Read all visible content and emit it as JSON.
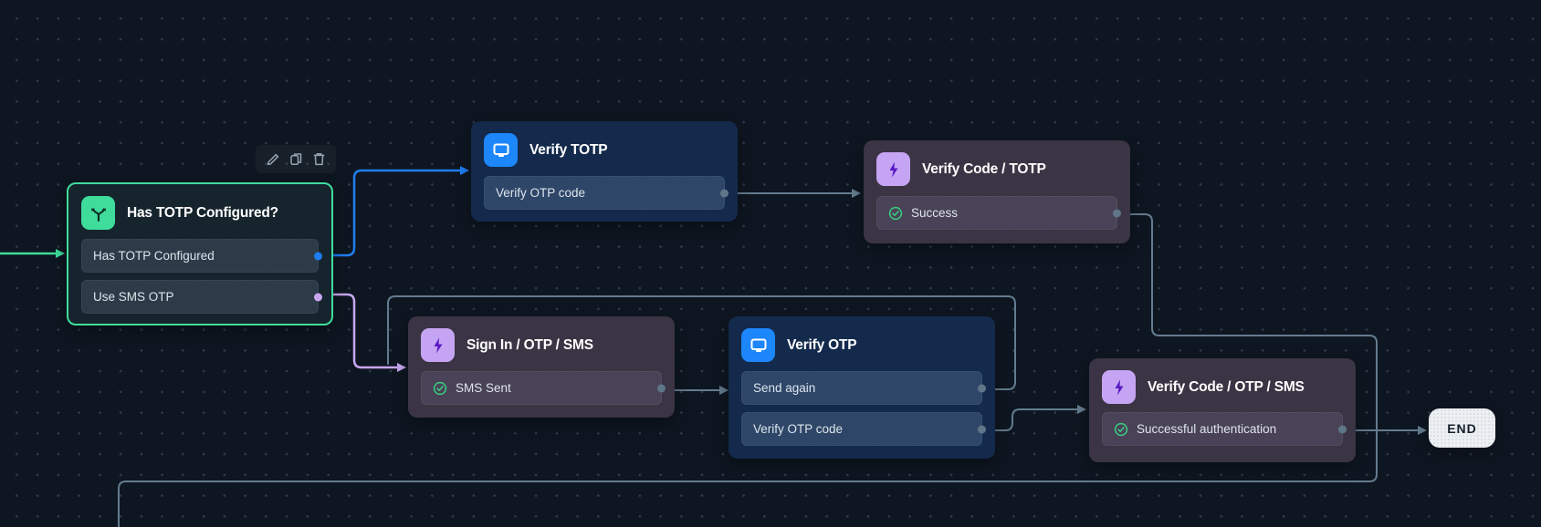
{
  "app": {
    "view": "authentication-flow-canvas"
  },
  "toolbar": {
    "buttons": [
      {
        "name": "edit",
        "icon": "pencil-icon"
      },
      {
        "name": "duplicate",
        "icon": "copy-icon"
      },
      {
        "name": "delete",
        "icon": "trash-icon"
      }
    ]
  },
  "nodes": {
    "has_totp": {
      "title": "Has TOTP Configured?",
      "kind": "condition",
      "selected": true,
      "outputs": [
        {
          "label": "Has TOTP Configured"
        },
        {
          "label": "Use SMS OTP"
        }
      ]
    },
    "verify_totp": {
      "title": "Verify TOTP",
      "kind": "screen",
      "outputs": [
        {
          "label": "Verify OTP code"
        }
      ]
    },
    "verify_code_totp": {
      "title": "Verify Code / TOTP",
      "kind": "action",
      "outputs": [
        {
          "label": "Success",
          "status": "success"
        }
      ]
    },
    "sign_in_otp_sms": {
      "title": "Sign In / OTP / SMS",
      "kind": "action",
      "outputs": [
        {
          "label": "SMS Sent",
          "status": "success"
        }
      ]
    },
    "verify_otp": {
      "title": "Verify OTP",
      "kind": "screen",
      "outputs": [
        {
          "label": "Send again"
        },
        {
          "label": "Verify OTP code"
        }
      ]
    },
    "verify_code_otp_sms": {
      "title": "Verify Code / OTP / SMS",
      "kind": "action",
      "outputs": [
        {
          "label": "Successful authentication",
          "status": "success"
        }
      ]
    },
    "end": {
      "label": "END"
    }
  },
  "colors": {
    "canvas_bg": "#0e1621",
    "selection_green": "#3fdc9b",
    "edge_blue": "#1e7ef0",
    "edge_purple": "#c8a7f0",
    "edge_slate": "#647c8f",
    "screen_node": "#132a4c",
    "action_node": "#3a3444",
    "success_check": "#38cf82"
  }
}
